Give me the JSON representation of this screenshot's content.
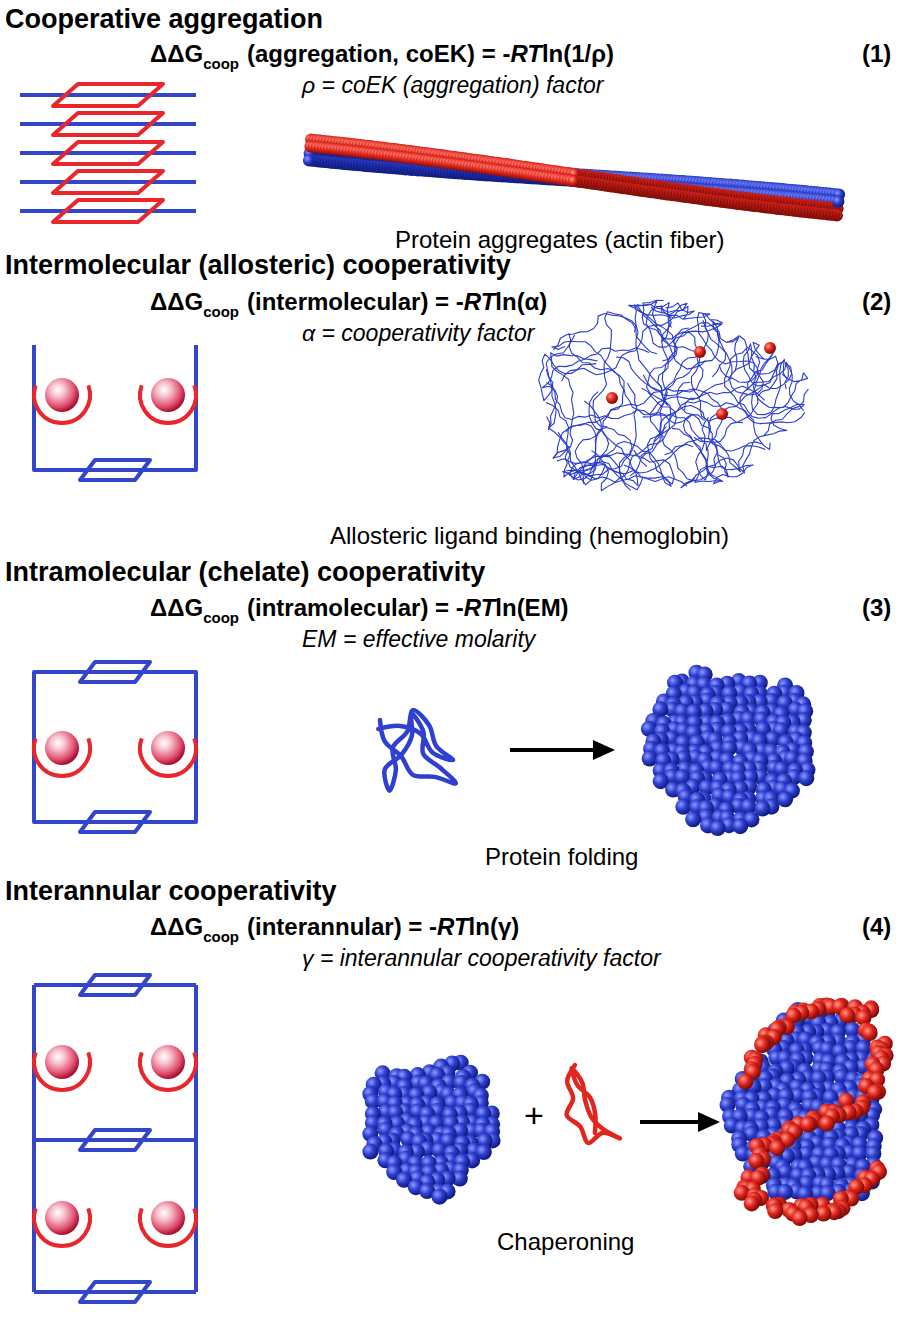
{
  "diagram": {
    "labels": [
      "Cooperative aggregation",
      "ΔΔG",
      "coop",
      "(aggregation, coEK) = -",
      "RT",
      "ln(1/ρ)",
      "(1)",
      "ρ = coEK (aggregation) factor",
      "Protein aggregates (actin fiber)",
      "Intermolecular (allosteric) cooperativity",
      "ΔΔG",
      "coop",
      "(intermolecular) = -",
      "RT",
      "ln(α)",
      "(2)",
      "α = cooperativity factor",
      "Allosteric ligand binding (hemoglobin)",
      "Intramolecular (chelate) cooperativity",
      "ΔΔG",
      "coop",
      "(intramolecular) = -",
      "RT",
      "ln(EM)",
      "(3)",
      "EM = effective molarity",
      "Protein folding",
      "Interannular cooperativity",
      "ΔΔG",
      "coop",
      "(interannular) = -",
      "RT",
      "ln(γ)",
      "(4)",
      "γ = interannular cooperativity factor",
      "+",
      "Chaperoning"
    ]
  }
}
